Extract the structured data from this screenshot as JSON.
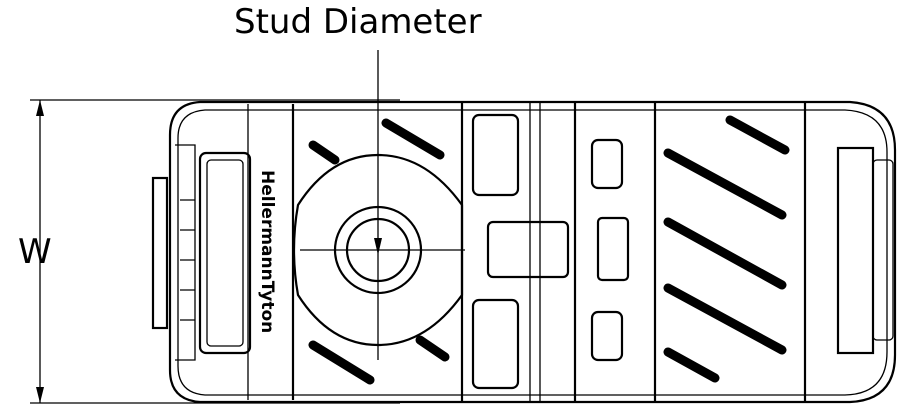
{
  "labels": {
    "stud_diameter": "Stud Diameter",
    "width": "W"
  },
  "logo_text": "HellermannTyton",
  "colors": {
    "line": "#000000",
    "background": "#ffffff"
  }
}
